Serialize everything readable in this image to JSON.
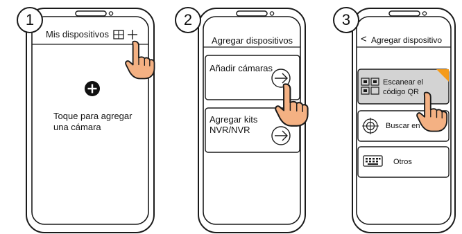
{
  "steps": [
    {
      "number": "1"
    },
    {
      "number": "2"
    },
    {
      "number": "3"
    }
  ],
  "screen1": {
    "title": "Mis dispositivos",
    "add_caption_line1": "Toque para agregar",
    "add_caption_line2": "una cámara"
  },
  "screen2": {
    "title": "Agregar dispositivos",
    "option_cameras": "Añadir cámaras",
    "option_nvr_line1": "Agregar kits",
    "option_nvr_line2": "NVR/NVR"
  },
  "screen3": {
    "back_glyph": "<",
    "title": "Agregar dispositivo",
    "scan_line1": "Escanear el",
    "scan_line2": "código QR",
    "search": "Buscar en",
    "others": "Otros",
    "scan_badge_color": "#f59b1a",
    "scan_card_color": "#d3d3d3"
  },
  "colors": {
    "hand_fill": "#f4b183",
    "outline": "#1a1a1a"
  }
}
